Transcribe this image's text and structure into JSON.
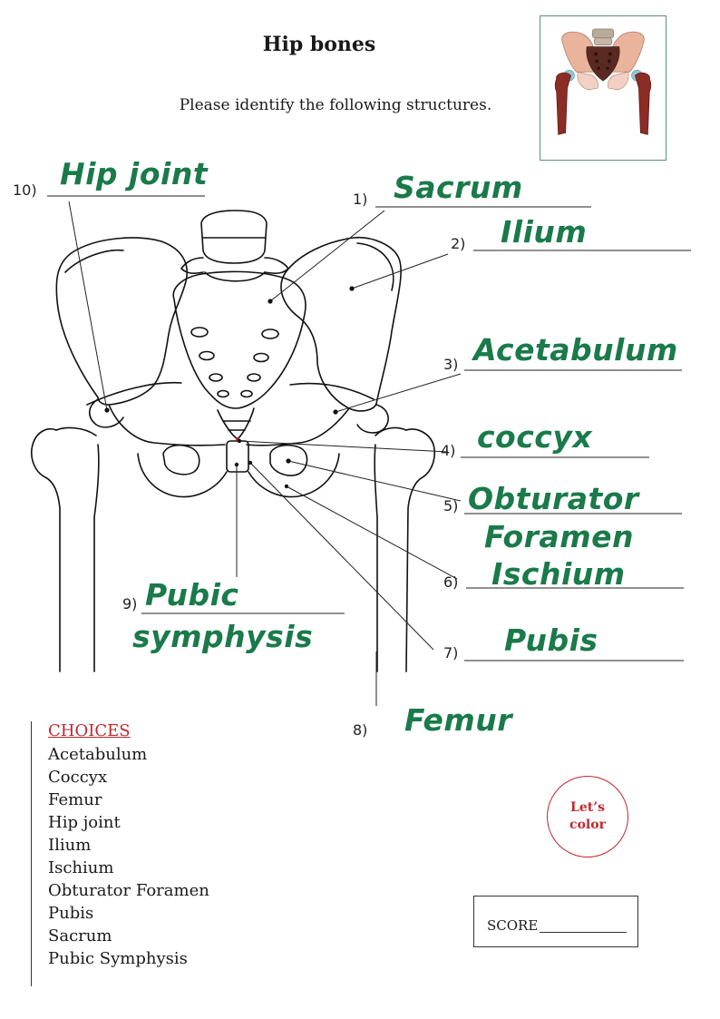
{
  "title": "Hip bones",
  "instructions": "Please identify the following structures.",
  "labels": [
    {
      "number": "1)",
      "answer": "Sacrum"
    },
    {
      "number": "2)",
      "answer": "Ilium"
    },
    {
      "number": "3)",
      "answer": "Acetabulum"
    },
    {
      "number": "4)",
      "answer": "coccyx"
    },
    {
      "number": "5)",
      "answer": "Obturator",
      "answer2": "Foramen"
    },
    {
      "number": "6)",
      "answer": "Ischium"
    },
    {
      "number": "7)",
      "answer": "Pubis"
    },
    {
      "number": "8)",
      "answer": "Femur"
    },
    {
      "number": "9)",
      "answer": "Pubic",
      "answer2": "symphysis"
    },
    {
      "number": "10)",
      "answer": "Hip joint"
    }
  ],
  "choices": {
    "title": "CHOICES",
    "items": [
      "Acetabulum",
      "Coccyx",
      "Femur",
      "Hip joint",
      "Ilium",
      "Ischium",
      "Obturator Foramen",
      "Pubis",
      "Sacrum",
      "Pubic Symphysis"
    ]
  },
  "badge": {
    "line1": "Let’s",
    "line2": "color"
  },
  "score_label": "SCORE",
  "colors": {
    "answer_ink": "#1a7a4a",
    "accent_red": "#c0272d",
    "thumb_border": "#5d8d76"
  }
}
